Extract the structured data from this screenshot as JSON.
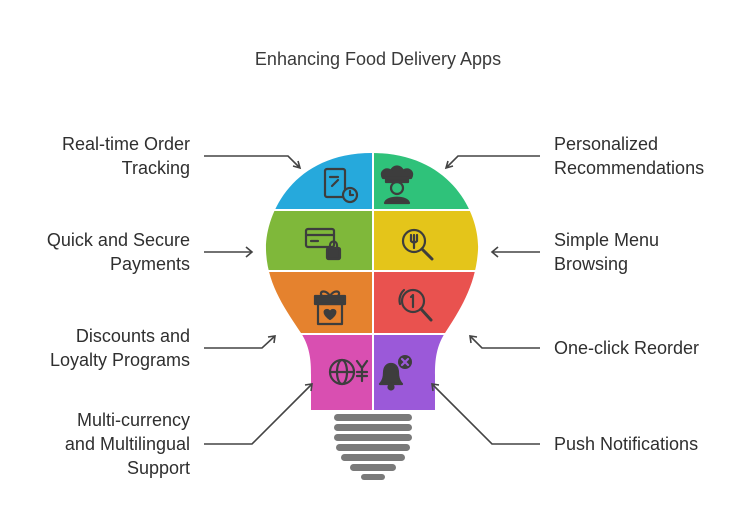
{
  "title": "Enhancing Food Delivery Apps",
  "colors": {
    "tracking": "#26a9dc",
    "recommendations": "#2fc27a",
    "payments": "#7fb83a",
    "browsing": "#e4c51a",
    "discounts": "#e5822e",
    "reorder": "#e9524f",
    "multicurrency": "#d94fb1",
    "notifications": "#9b59d9",
    "base": "#7a7a7a",
    "arrow": "#444444"
  },
  "features": [
    {
      "id": "tracking",
      "lines": [
        "Real-time Order",
        "Tracking"
      ],
      "icon": "phone-clock-icon"
    },
    {
      "id": "recommendations",
      "lines": [
        "Personalized",
        "Recommendations"
      ],
      "icon": "chef-icon"
    },
    {
      "id": "payments",
      "lines": [
        "Quick and Secure",
        "Payments"
      ],
      "icon": "card-lock-icon"
    },
    {
      "id": "browsing",
      "lines": [
        "Simple Menu",
        "Browsing"
      ],
      "icon": "search-fork-icon"
    },
    {
      "id": "discounts",
      "lines": [
        "Discounts and",
        "Loyalty Programs"
      ],
      "icon": "gift-heart-icon"
    },
    {
      "id": "reorder",
      "lines": [
        "One-click Reorder"
      ],
      "icon": "reorder-magnifier-icon"
    },
    {
      "id": "multicurrency",
      "lines": [
        "Multi-currency",
        "and Multilingual",
        "Support"
      ],
      "icon": "globe-yen-icon"
    },
    {
      "id": "notifications",
      "lines": [
        "Push Notifications"
      ],
      "icon": "bell-x-icon"
    }
  ]
}
